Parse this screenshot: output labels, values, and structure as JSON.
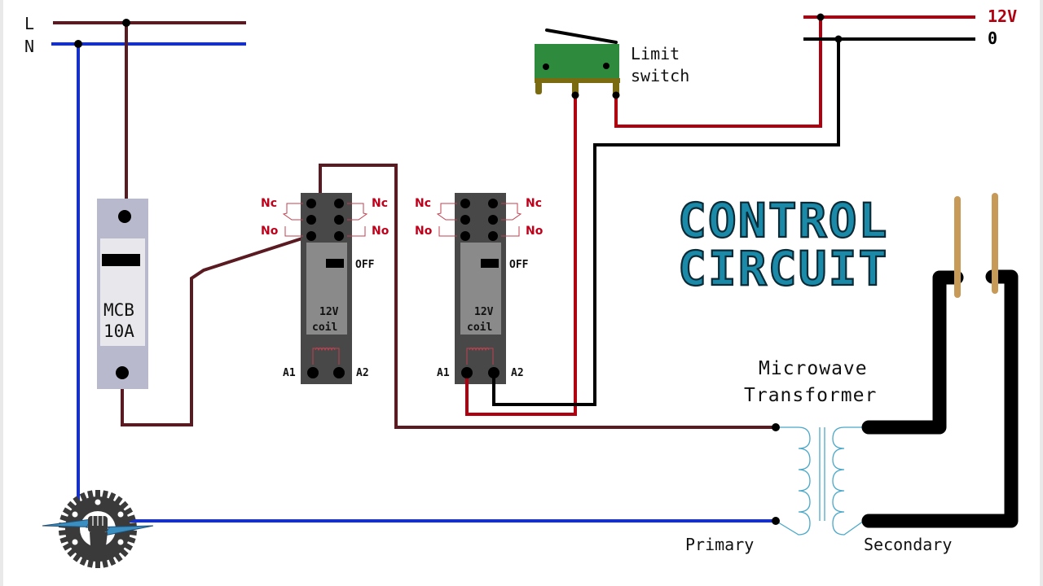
{
  "diagram": {
    "title_line1": "CONTROL",
    "title_line2": "CIRCUIT",
    "mains": {
      "line_label": "L",
      "neutral_label": "N"
    },
    "dc_supply": {
      "positive_label": "12V",
      "negative_label": "0"
    },
    "breaker": {
      "line1": "MCB",
      "line2": "10A"
    },
    "relays": [
      {
        "id": "relay-1",
        "nc_left": "Nc",
        "nc_right": "Nc",
        "no_left": "No",
        "no_right": "No",
        "state": "OFF",
        "coil_voltage": "12V",
        "coil_label": "coil",
        "terminal_a1": "A1",
        "terminal_a2": "A2"
      },
      {
        "id": "relay-2",
        "nc_left": "Nc",
        "nc_right": "Nc",
        "no_left": "No",
        "no_right": "No",
        "state": "OFF",
        "coil_voltage": "12V",
        "coil_label": "coil",
        "terminal_a1": "A1",
        "terminal_a2": "A2"
      }
    ],
    "limit_switch": {
      "line1": "Limit",
      "line2": "switch"
    },
    "transformer": {
      "title_line1": "Microwave",
      "title_line2": "Transformer",
      "primary_label": "Primary",
      "secondary_label": "Secondary"
    },
    "colors": {
      "line_wire": "#5a1a22",
      "neutral_wire": "#1530c8",
      "dc_positive": "#b00010",
      "dc_negative": "#000000",
      "secondary_wire": "#000000",
      "electrode": "#c89a58",
      "title_fill": "#1a8aa8",
      "relay_body": "#484848",
      "mcb_body": "#b8b9cc",
      "switch_body": "#2e8b3e",
      "coil": "#4aa8c8"
    }
  }
}
